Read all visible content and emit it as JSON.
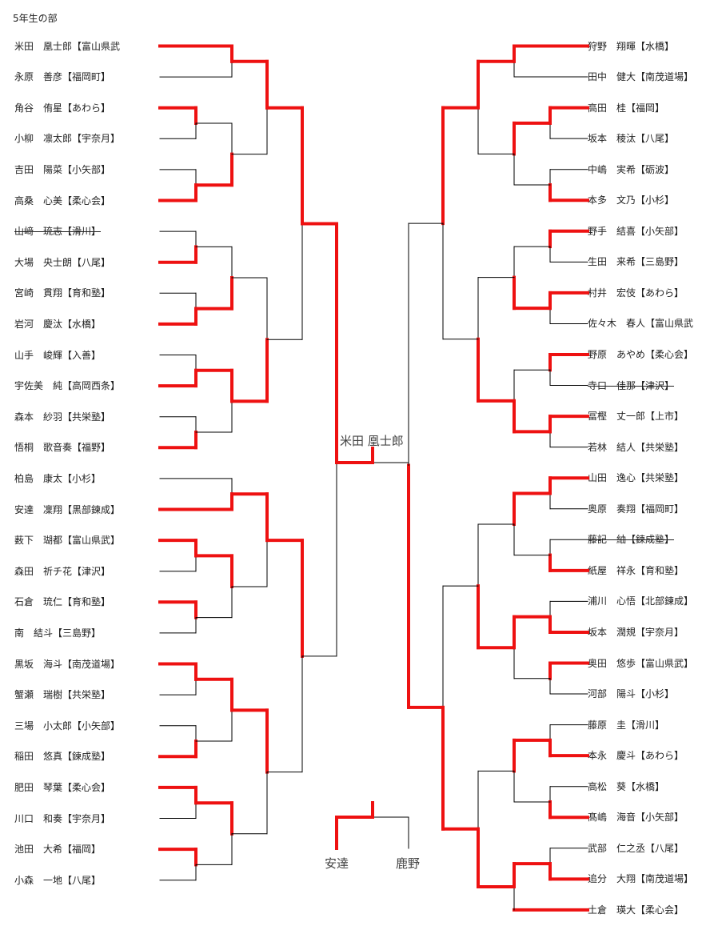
{
  "title": "5年生の部",
  "left": [
    {
      "name": "米田　凰士郎【富山県武",
      "win": true
    },
    {
      "name": "永原　善彦【福岡町】",
      "win": false
    },
    {
      "name": "角谷　侑星【あわら】",
      "win": true
    },
    {
      "name": "小柳　凛太郎【宇奈月】",
      "win": false
    },
    {
      "name": "吉田　陽菜【小矢部】",
      "win": false
    },
    {
      "name": "高桑　心美【柔心会】",
      "win": true
    },
    {
      "name": "山﨑　琉志【滑川】",
      "win": false,
      "strike": true
    },
    {
      "name": "大場　央士朗【八尾】",
      "win": true
    },
    {
      "name": "宮崎　貫翔【育和塾】",
      "win": false
    },
    {
      "name": "岩河　慶汰【水橋】",
      "win": true
    },
    {
      "name": "山手　峻輝【入善】",
      "win": false
    },
    {
      "name": "宇佐美　純【高岡西条】",
      "win": true
    },
    {
      "name": "森本　紗羽【共栄塾】",
      "win": false
    },
    {
      "name": "悟桐　歌音奏【福野】",
      "win": true
    },
    {
      "name": "柏島　康太【小杉】",
      "win": false
    },
    {
      "name": "安達　凜翔【黒部鍊成】",
      "win": true
    },
    {
      "name": "薮下　瑚都【富山県武】",
      "win": true
    },
    {
      "name": "森田　祈チ花【津沢】",
      "win": false
    },
    {
      "name": "石倉　琉仁【育和塾】",
      "win": true
    },
    {
      "name": "南　結斗【三島野】",
      "win": false
    },
    {
      "name": "黒坂　海斗【南茂道場】",
      "win": true
    },
    {
      "name": "蟹瀬　瑞樹【共栄塾】",
      "win": false
    },
    {
      "name": "三場　小太郎【小矢部】",
      "win": false
    },
    {
      "name": "稲田　悠真【鍊成塾】",
      "win": true
    },
    {
      "name": "肥田　琴葉【柔心会】",
      "win": true
    },
    {
      "name": "川口　和奏【宇奈月】",
      "win": false
    },
    {
      "name": "池田　大希【福岡】",
      "win": true
    },
    {
      "name": "小森　一地【八尾】",
      "win": false
    }
  ],
  "right": [
    {
      "name": "狩野　翔暉【水橋】",
      "win": true
    },
    {
      "name": "田中　健大【南茂道場】",
      "win": false
    },
    {
      "name": "高田　桂【福岡】",
      "win": true
    },
    {
      "name": "坂本　稜汰【八尾】",
      "win": false
    },
    {
      "name": "中嶋　実希【砺波】",
      "win": false
    },
    {
      "name": "本多　文乃【小杉】",
      "win": true
    },
    {
      "name": "野手　結喜【小矢部】",
      "win": true
    },
    {
      "name": "生田　来希【三島野】",
      "win": false
    },
    {
      "name": "村井　宏伎【あわら】",
      "win": true
    },
    {
      "name": "佐々木　春人【富山県武",
      "win": false
    },
    {
      "name": "野原　あやめ【柔心会】",
      "win": true
    },
    {
      "name": "寺口　佳那【津沢】",
      "win": false,
      "strike": true
    },
    {
      "name": "冨樫　丈一郎【上市】",
      "win": true
    },
    {
      "name": "若林　結人【共栄塾】",
      "win": false
    },
    {
      "name": "山田　逸心【共栄塾】",
      "win": true
    },
    {
      "name": "奥原　奏翔【福岡町】",
      "win": false
    },
    {
      "name": "藤記　紬【鍊成塾】",
      "win": false,
      "strike": true
    },
    {
      "name": "紙屋　祥永【育和塾】",
      "win": true
    },
    {
      "name": "浦川　心悟【北部鍊成】",
      "win": false
    },
    {
      "name": "坂本　潤規【宇奈月】",
      "win": true
    },
    {
      "name": "奥田　悠歩【富山県武】",
      "win": true
    },
    {
      "name": "河部　陽斗【小杉】",
      "win": false
    },
    {
      "name": "藤原　圭【滑川】",
      "win": false
    },
    {
      "name": "本永　慶斗【あわら】",
      "win": true
    },
    {
      "name": "高松　葵【水橋】",
      "win": false
    },
    {
      "name": "髙嶋　海音【小矢部】",
      "win": true
    },
    {
      "name": "武部　仁之丞【八尾】",
      "win": false
    },
    {
      "name": "追分　大翔【南茂道場】",
      "win": true
    },
    {
      "name": "土倉　瑛大【柔心会】",
      "win": true
    }
  ],
  "champion": "米田 凰士郎",
  "third_place": [
    "安達",
    "鹿野"
  ],
  "colors": {
    "win": "#ee1111",
    "line": "#000000"
  }
}
